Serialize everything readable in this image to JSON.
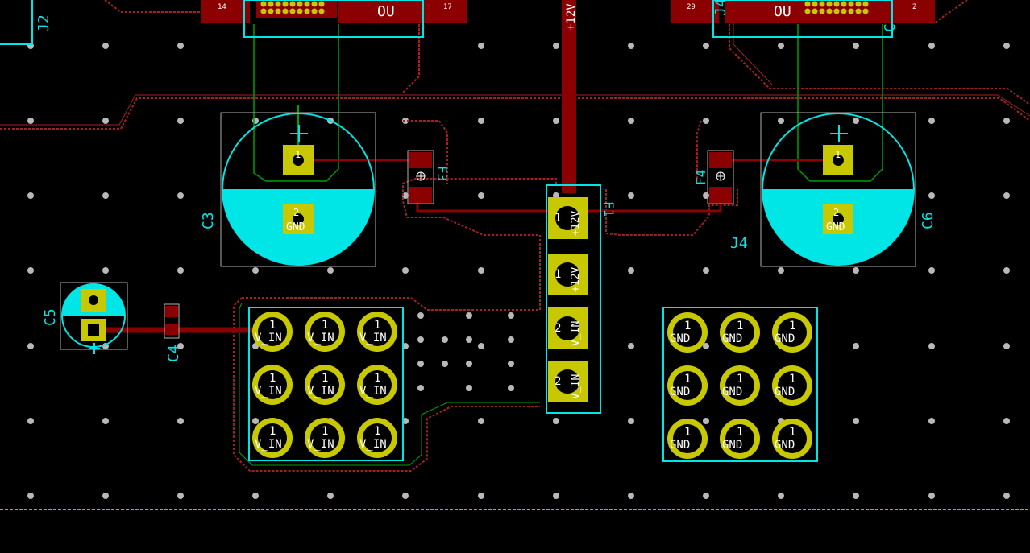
{
  "colors": {
    "background": "#000000",
    "copper": "#8b0000",
    "copper_bright": "#b30000",
    "silkscreen": "#00e5e5",
    "pad": "#c8c800",
    "pad_text": "#ffffff",
    "zone_hatch_red": "#a52020",
    "zone_hatch_green": "#00a000",
    "via": "#b0b0b0",
    "board_edge": "#d4a000"
  },
  "labels": {
    "top_net": "+12V",
    "top_left_ref": "J2",
    "top_left_box_partial": "OU",
    "top_right_box_partial": "OU",
    "top_right_ref_partial": "J4",
    "top_right_ref_partial2": "C",
    "c3": "C3",
    "c5": "C5",
    "c4": "C4",
    "c6": "C6",
    "f1": "F1",
    "f3": "F3",
    "f4": "F4",
    "j4": "J4",
    "plus": "+"
  },
  "connector_tabs": {
    "left_a": "14",
    "left_b": "17",
    "right_a": "29",
    "right_b": "2"
  },
  "pads": {
    "pin1": "1",
    "pin2": "2",
    "gnd": "GND",
    "plus12v": "+12V",
    "vin": "V_IN"
  }
}
